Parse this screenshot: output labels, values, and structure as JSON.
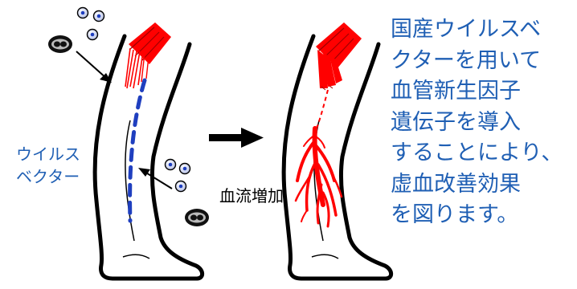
{
  "labels": {
    "vector": "ウイルス\nベクター",
    "blood_flow": "血流増加",
    "description": "国産ウイルスベ\nクターを用いて\n血管新生因子\n遺伝子を導入\nすることにより、\n虚血改善効果\nを図ります。"
  },
  "colors": {
    "text_blue": "#1f5fb4",
    "vessel_red": "#ff0000",
    "vector_blue": "#1f3fbf",
    "outline": "#000000"
  },
  "icons": [
    "virus-particle-icon",
    "viral-vector-icon",
    "arrow-right-icon"
  ]
}
